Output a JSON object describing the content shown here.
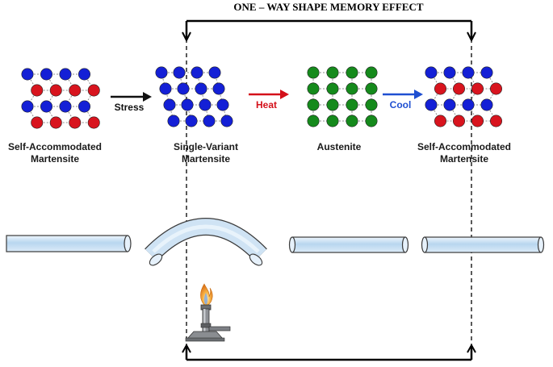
{
  "title": "ONE – WAY SHAPE MEMORY EFFECT",
  "states": [
    {
      "line1": "Self-Accommodated",
      "line2": "Martensite",
      "pattern": "mixed"
    },
    {
      "line1": "Single-Variant",
      "line2": "Martensite",
      "pattern": "blue"
    },
    {
      "line1": "Austenite",
      "line2": "",
      "pattern": "green"
    },
    {
      "line1": "Self-Accommodated",
      "line2": "Martensite",
      "pattern": "mixed"
    }
  ],
  "transitions": [
    {
      "label": "Stress",
      "color": "#111111"
    },
    {
      "label": "Heat",
      "color": "#d4101a"
    },
    {
      "label": "Cool",
      "color": "#1f4fd1"
    }
  ],
  "colors": {
    "atom_blue": "#1420d6",
    "atom_red": "#d8141e",
    "atom_green": "#158a1c",
    "lattice_line": "#8c8c8c",
    "rod_fill": "#cfe3f4",
    "flame": "#f2a033"
  },
  "icons": [
    "bunsen-burner-icon"
  ]
}
